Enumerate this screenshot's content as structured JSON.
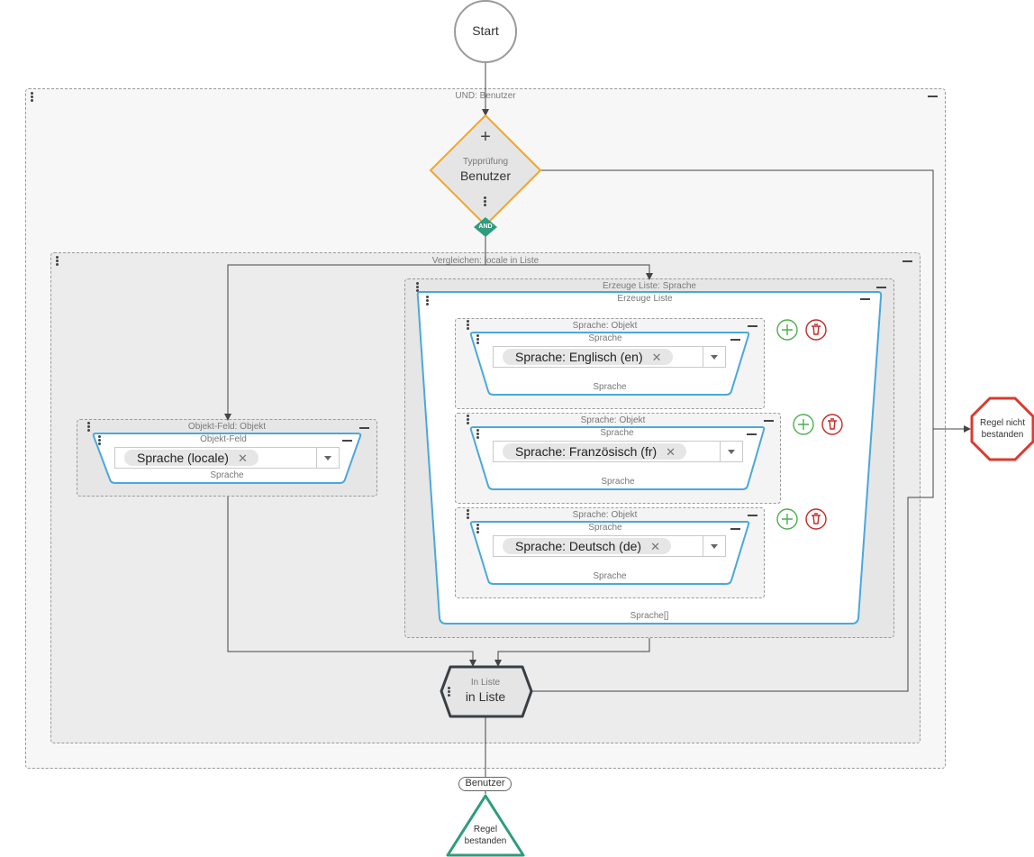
{
  "start": "Start",
  "und": {
    "title": "UND: Benutzer"
  },
  "typecheck": {
    "caption": "Typprüfung",
    "title": "Benutzer",
    "plus": "+",
    "badge": "AND"
  },
  "compare": {
    "title": "Vergleichen: locale in Liste"
  },
  "objfield": {
    "title": "Objekt-Feld: Objekt",
    "inner": "Objekt-Feld",
    "chip": "Sprache (locale)",
    "footer": "Sprache"
  },
  "genlist": {
    "title": "Erzeuge Liste: Sprache",
    "inner": "Erzeuge Liste",
    "footer": "Sprache[]"
  },
  "items": [
    {
      "title": "Sprache: Objekt",
      "inner": "Sprache",
      "chip": "Sprache: Englisch (en)",
      "footer": "Sprache"
    },
    {
      "title": "Sprache: Objekt",
      "inner": "Sprache",
      "chip": "Sprache: Französisch (fr)",
      "footer": "Sprache"
    },
    {
      "title": "Sprache: Objekt",
      "inner": "Sprache",
      "chip": "Sprache: Deutsch (de)",
      "footer": "Sprache"
    }
  ],
  "inliste": {
    "caption": "In Liste",
    "title": "in Liste"
  },
  "fail": {
    "line1": "Regel nicht",
    "line2": "bestanden"
  },
  "edge": {
    "label": "Benutzer"
  },
  "pass": {
    "line1": "Regel",
    "line2": "bestanden"
  },
  "colors": {
    "orange": "#f5a623",
    "blue": "#4aa8dc",
    "green": "#2e9c7e",
    "red": "#d93b30",
    "plus": "#4caf50",
    "delete": "#c62828"
  }
}
